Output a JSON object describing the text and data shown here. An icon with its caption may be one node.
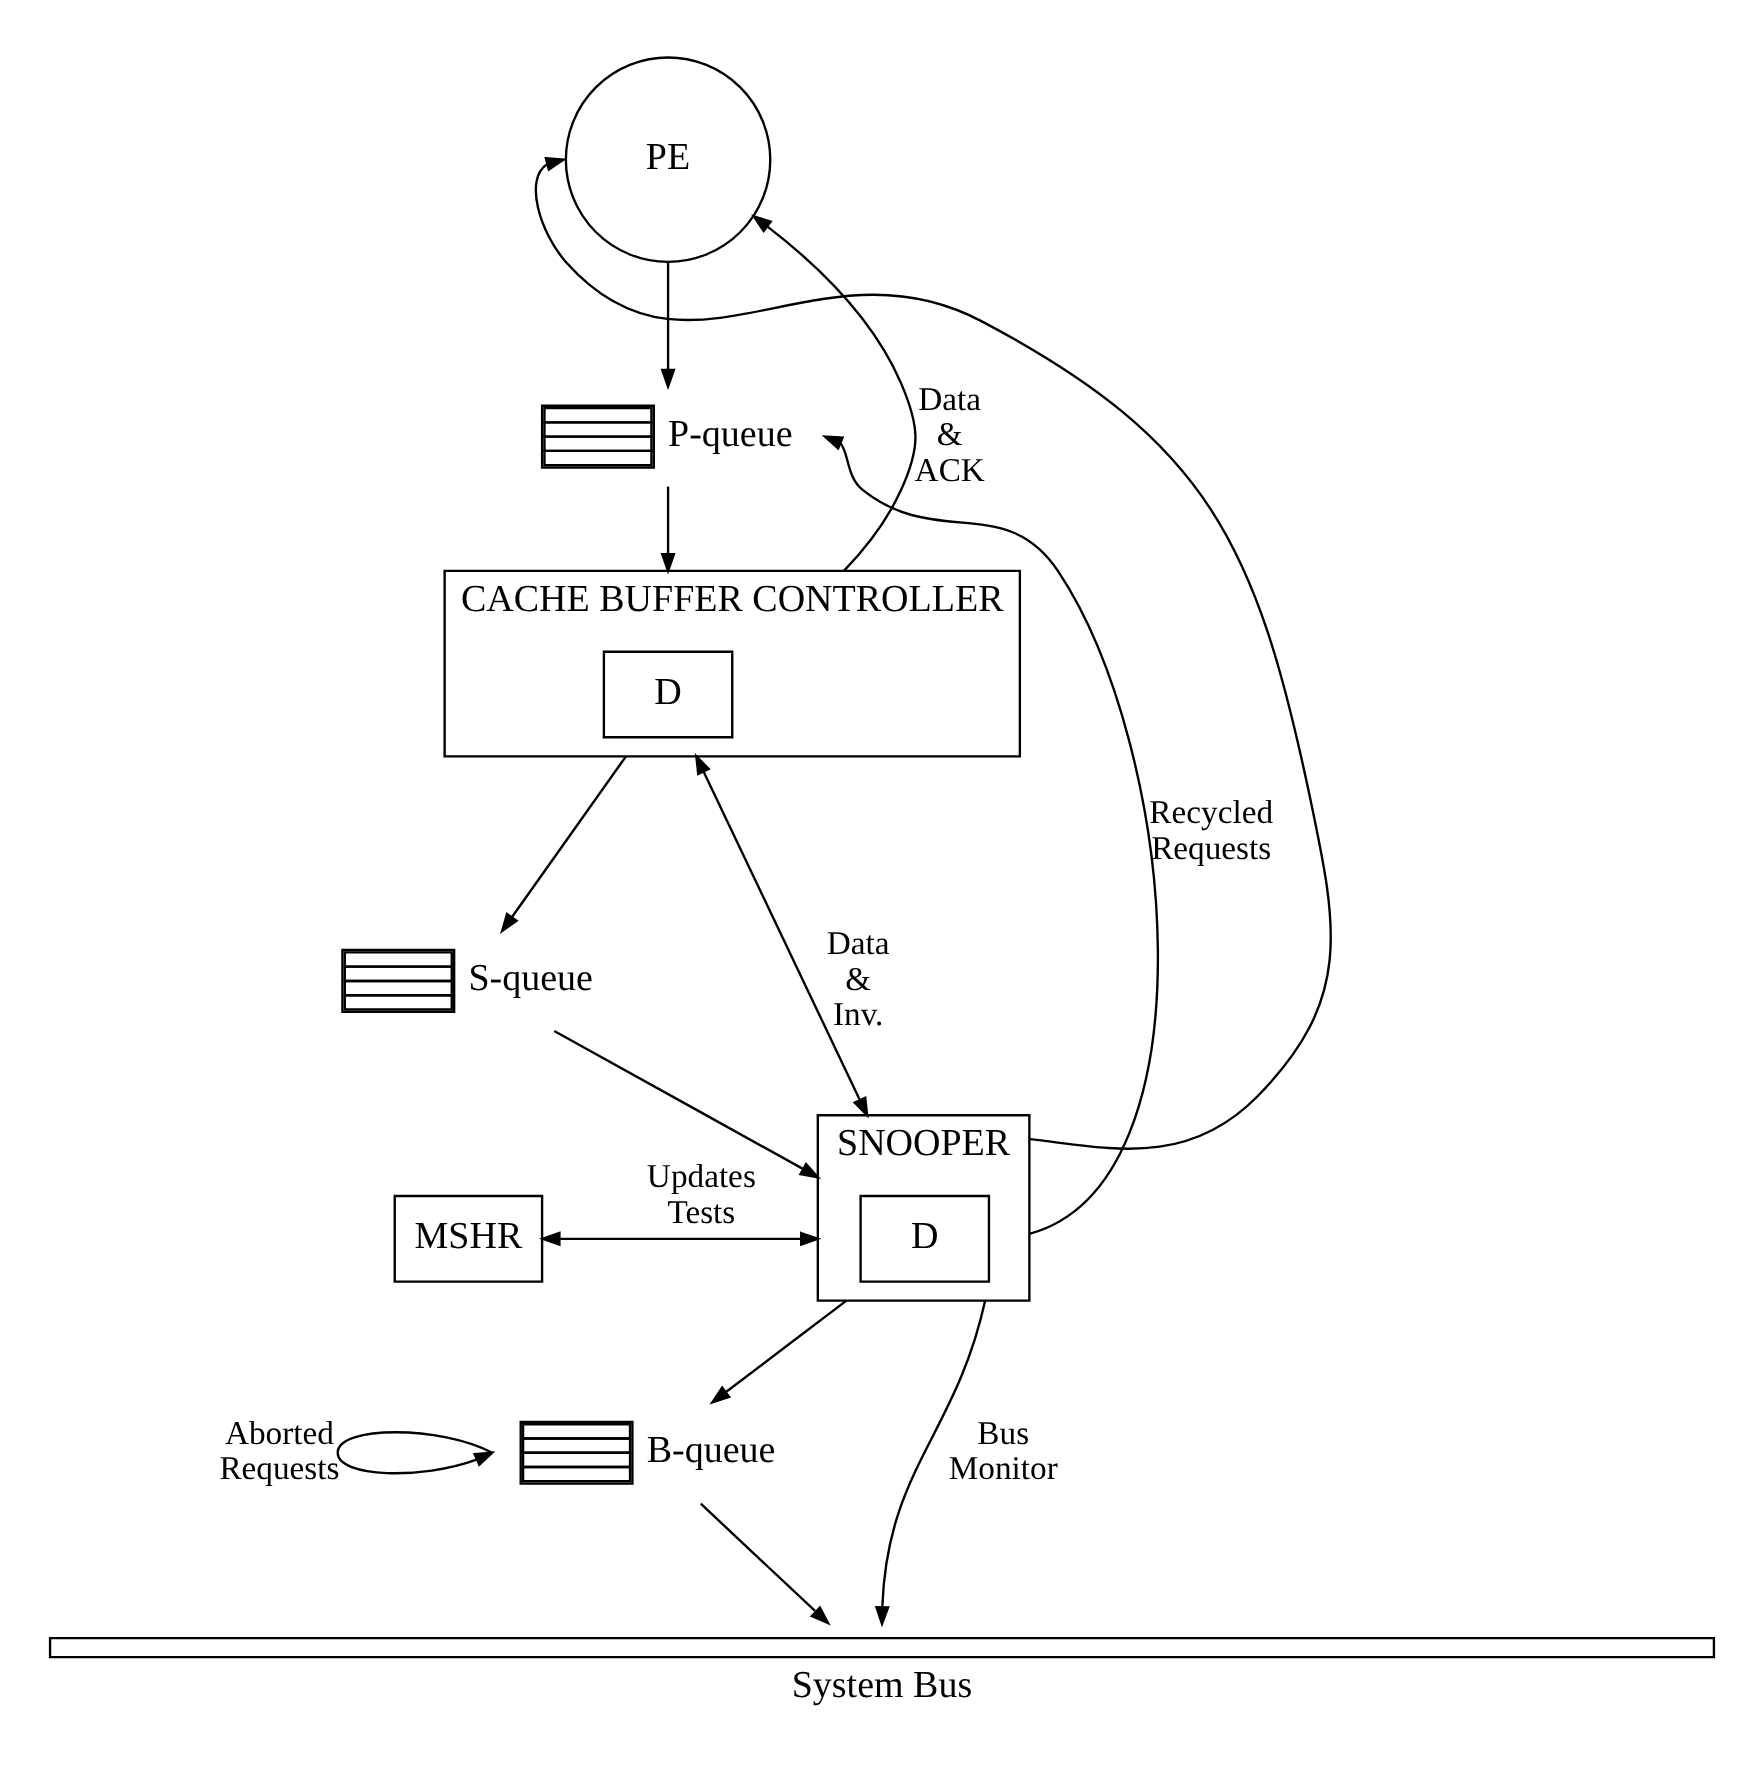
{
  "diagram": {
    "nodes": [
      {
        "text": [
          "PE"
        ]
      },
      {
        "text": [],
        "shape": "box",
        "beside": [
          "P-queue"
        ]
      },
      {
        "text": [
          "CACHE BUFFER CONTROLLER"
        ]
      },
      {
        "text": [
          "D"
        ],
        "in": 2
      },
      {
        "text": [],
        "shape": "box",
        "beside": [
          "S-queue"
        ]
      },
      {
        "text": [
          "SNOOPER"
        ]
      },
      {
        "text": [
          "D"
        ],
        "in": 5
      },
      {
        "text": [
          "MSHR"
        ]
      },
      {
        "text": [],
        "shape": "box",
        "beside": [
          "B-queue"
        ]
      },
      {
        "text": [],
        "shape": "bar",
        "beside": [
          "System Bus"
        ]
      }
    ],
    "edges": [
      {
        "from": 0,
        "to": 1,
        "arrow": "to"
      },
      {
        "from": 1,
        "to": 2,
        "arrow": "to"
      },
      {
        "from": 2,
        "to": 0,
        "arrow": "to",
        "label": "Data & ACK"
      },
      {
        "from": 5,
        "to": 0,
        "arrow": "to"
      },
      {
        "from": 5,
        "to": 1,
        "arrow": "to",
        "label": "Recycled Requests"
      },
      {
        "from": 2,
        "to": 4,
        "arrow": "to"
      },
      {
        "from": 2,
        "to": 5,
        "arrow": "both",
        "label": "Data & Inv."
      },
      {
        "from": 4,
        "to": 5,
        "arrow": "to"
      },
      {
        "from": 7,
        "to": 5,
        "arrow": "both",
        "label": "Updates Tests"
      },
      {
        "from": 5,
        "to": 8,
        "arrow": "to"
      },
      {
        "from": 8,
        "to": 8,
        "arrow": "to",
        "label": "Aborted Requests"
      },
      {
        "from": 8,
        "to": 9,
        "arrow": "to"
      },
      {
        "from": 5,
        "to": 9,
        "arrow": "to",
        "label": "Bus Monitor"
      }
    ]
  }
}
